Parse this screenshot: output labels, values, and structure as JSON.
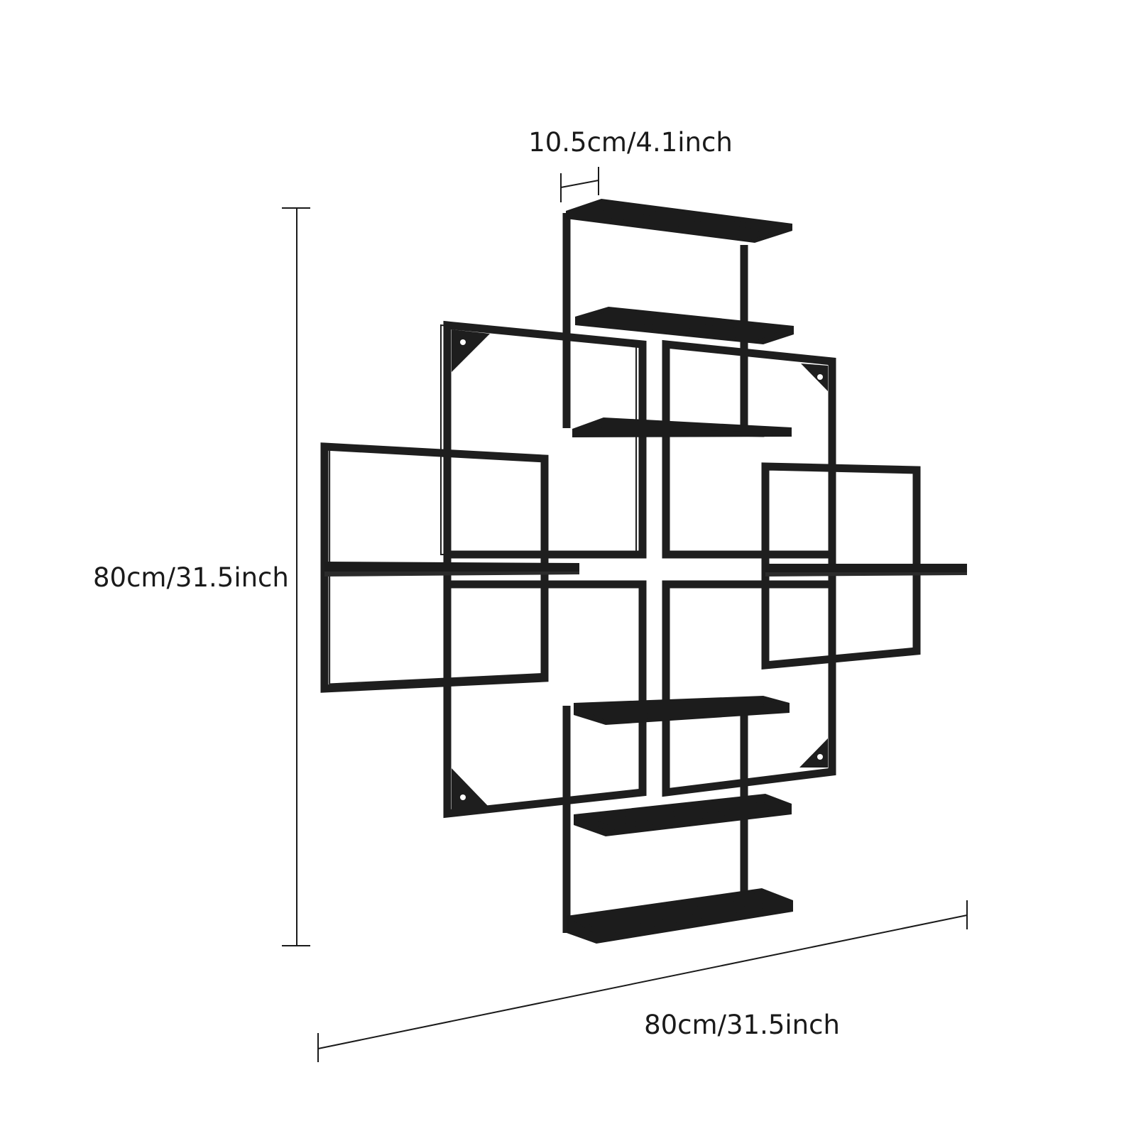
{
  "dimensions": {
    "depth": "10.5cm/4.1inch",
    "height": "80cm/31.5inch",
    "width": "80cm/31.5inch"
  },
  "colors": {
    "background": "#ffffff",
    "metal": "#1e1e1e",
    "dimension_line": "#1a1a1a"
  }
}
